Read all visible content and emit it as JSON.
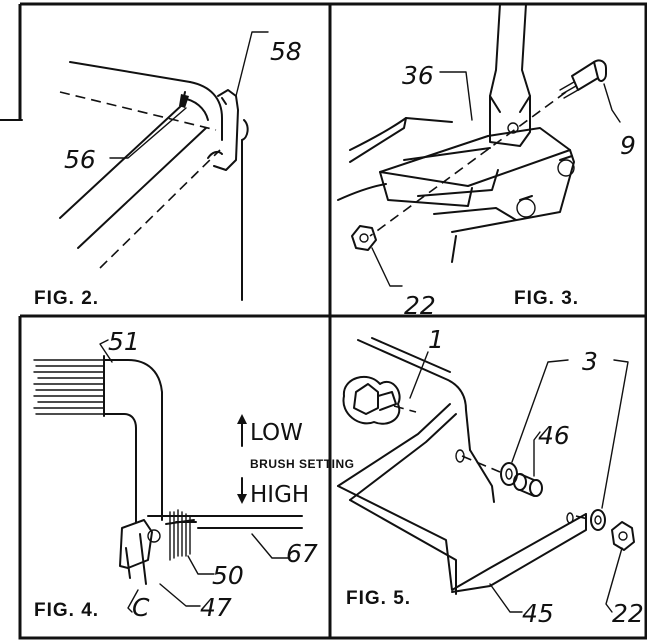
{
  "figures": {
    "fig2": {
      "caption": "FIG. 2.",
      "callouts": [
        "58",
        "56"
      ]
    },
    "fig3": {
      "caption": "FIG. 3.",
      "callouts": [
        "36",
        "9",
        "22"
      ]
    },
    "fig4": {
      "caption": "FIG. 4.",
      "callouts": [
        "51",
        "67",
        "50",
        "47",
        "C"
      ],
      "legend": {
        "low": "LOW",
        "middle": "BRUSH SETTING",
        "high": "HIGH"
      }
    },
    "fig5": {
      "caption": "FIG. 5.",
      "callouts": [
        "1",
        "3",
        "46",
        "45",
        "22"
      ]
    }
  }
}
